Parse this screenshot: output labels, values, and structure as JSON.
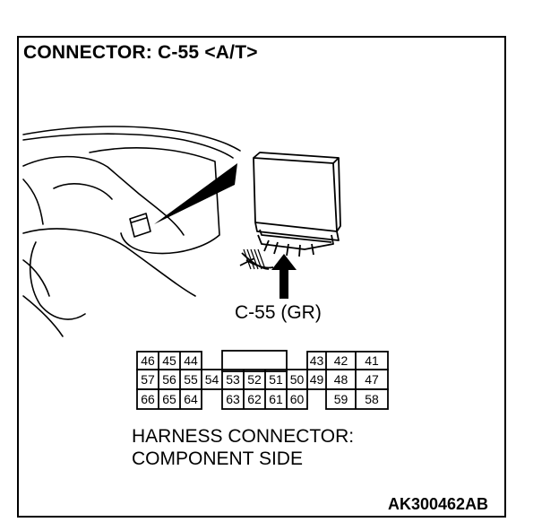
{
  "title": "CONNECTOR: C-55 <A/T>",
  "connector_label": "C-55 (GR)",
  "harness": {
    "line1": "HARNESS CONNECTOR:",
    "line2": "COMPONENT SIDE"
  },
  "figure_code": "AK300462AB",
  "pins": {
    "row1_left": [
      "46",
      "45",
      "44"
    ],
    "row1_right": [
      "43",
      "42",
      "41"
    ],
    "row2": [
      "57",
      "56",
      "55",
      "54",
      "53",
      "52",
      "51",
      "50",
      "49",
      "48",
      "47"
    ],
    "row3_left": [
      "66",
      "65",
      "64"
    ],
    "row3_mid": [
      "63",
      "62",
      "61",
      "60"
    ],
    "row3_right": [
      "59",
      "58"
    ]
  }
}
